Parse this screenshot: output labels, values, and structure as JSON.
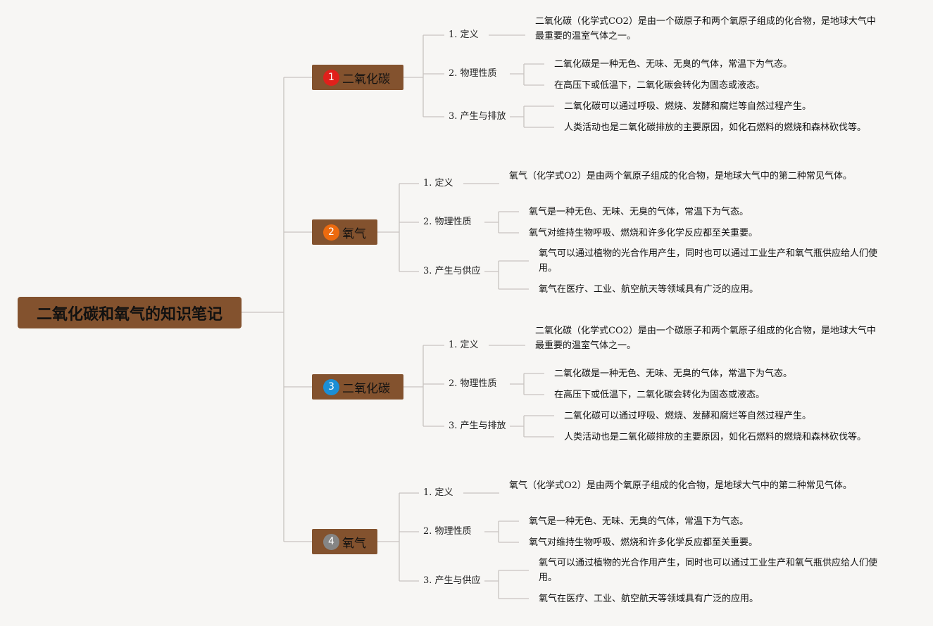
{
  "title": "二氧化碳和氧气的知识笔记",
  "colors": {
    "node_fill": "#83522e",
    "line": "#c8c4c0",
    "badges": [
      "#e0201b",
      "#ec6a0f",
      "#1c8fd6",
      "#858585"
    ]
  },
  "branches": [
    {
      "num": "1",
      "label": "二氧化碳",
      "subs": [
        {
          "label": "1. 定义",
          "leaves": [
            "二氧化碳（化学式CO2）是由一个碳原子和两个氧原子组成的化合物，是地球大气中最重要的温室气体之一。"
          ]
        },
        {
          "label": "2. 物理性质",
          "leaves": [
            "二氧化碳是一种无色、无味、无臭的气体，常温下为气态。",
            "在高压下或低温下，二氧化碳会转化为固态或液态。"
          ]
        },
        {
          "label": "3. 产生与排放",
          "leaves": [
            "二氧化碳可以通过呼吸、燃烧、发酵和腐烂等自然过程产生。",
            "人类活动也是二氧化碳排放的主要原因，如化石燃料的燃烧和森林砍伐等。"
          ]
        }
      ]
    },
    {
      "num": "2",
      "label": "氧气",
      "subs": [
        {
          "label": "1. 定义",
          "leaves": [
            "氧气（化学式O2）是由两个氧原子组成的化合物，是地球大气中的第二种常见气体。"
          ]
        },
        {
          "label": "2. 物理性质",
          "leaves": [
            "氧气是一种无色、无味、无臭的气体，常温下为气态。",
            "氧气对维持生物呼吸、燃烧和许多化学反应都至关重要。"
          ]
        },
        {
          "label": "3. 产生与供应",
          "leaves": [
            "氧气可以通过植物的光合作用产生，同时也可以通过工业生产和氧气瓶供应给人们使用。",
            "氧气在医疗、工业、航空航天等领域具有广泛的应用。"
          ]
        }
      ]
    },
    {
      "num": "3",
      "label": "二氧化碳",
      "subs": [
        {
          "label": "1. 定义",
          "leaves": [
            "二氧化碳（化学式CO2）是由一个碳原子和两个氧原子组成的化合物，是地球大气中最重要的温室气体之一。"
          ]
        },
        {
          "label": "2. 物理性质",
          "leaves": [
            "二氧化碳是一种无色、无味、无臭的气体，常温下为气态。",
            "在高压下或低温下，二氧化碳会转化为固态或液态。"
          ]
        },
        {
          "label": "3. 产生与排放",
          "leaves": [
            "二氧化碳可以通过呼吸、燃烧、发酵和腐烂等自然过程产生。",
            "人类活动也是二氧化碳排放的主要原因，如化石燃料的燃烧和森林砍伐等。"
          ]
        }
      ]
    },
    {
      "num": "4",
      "label": "氧气",
      "subs": [
        {
          "label": "1. 定义",
          "leaves": [
            "氧气（化学式O2）是由两个氧原子组成的化合物，是地球大气中的第二种常见气体。"
          ]
        },
        {
          "label": "2. 物理性质",
          "leaves": [
            "氧气是一种无色、无味、无臭的气体，常温下为气态。",
            "氧气对维持生物呼吸、燃烧和许多化学反应都至关重要。"
          ]
        },
        {
          "label": "3. 产生与供应",
          "leaves": [
            "氧气可以通过植物的光合作用产生，同时也可以通过工业生产和氧气瓶供应给人们使用。",
            "氧气在医疗、工业、航空航天等领域具有广泛的应用。"
          ]
        }
      ]
    }
  ]
}
